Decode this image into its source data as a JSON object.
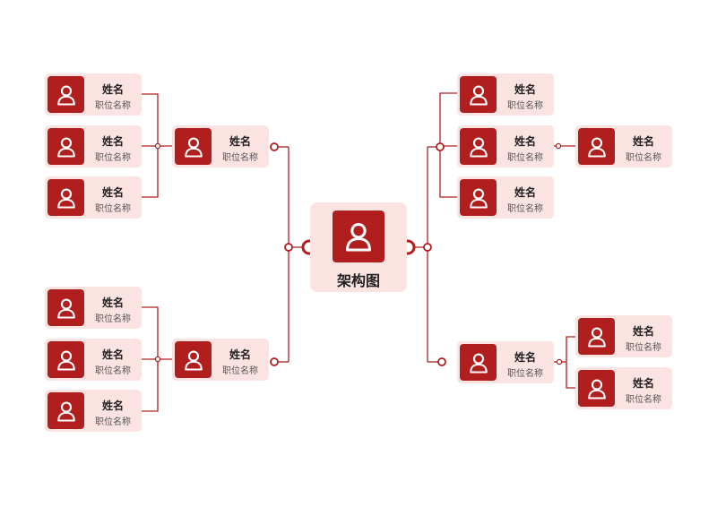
{
  "diagram": {
    "accent_color": "#b01e1e",
    "card_color": "#fbe3e2",
    "line_color": "#b01e1e",
    "center": {
      "label": "架构图",
      "icon": "person-icon"
    },
    "left_groups": [
      {
        "parent": {
          "name": "姓名",
          "title": "职位名称"
        },
        "children": [
          {
            "name": "姓名",
            "title": "职位名称"
          },
          {
            "name": "姓名",
            "title": "职位名称"
          },
          {
            "name": "姓名",
            "title": "职位名称"
          }
        ]
      },
      {
        "parent": {
          "name": "姓名",
          "title": "职位名称"
        },
        "children": [
          {
            "name": "姓名",
            "title": "职位名称"
          },
          {
            "name": "姓名",
            "title": "职位名称"
          },
          {
            "name": "姓名",
            "title": "职位名称"
          }
        ]
      }
    ],
    "right_groups": [
      {
        "parents": [
          {
            "name": "姓名",
            "title": "职位名称"
          },
          {
            "name": "姓名",
            "title": "职位名称"
          },
          {
            "name": "姓名",
            "title": "职位名称"
          }
        ],
        "sub_child": {
          "name": "姓名",
          "title": "职位名称"
        }
      },
      {
        "parent": {
          "name": "姓名",
          "title": "职位名称"
        },
        "children": [
          {
            "name": "姓名",
            "title": "职位名称"
          },
          {
            "name": "姓名",
            "title": "职位名称"
          }
        ]
      }
    ]
  }
}
